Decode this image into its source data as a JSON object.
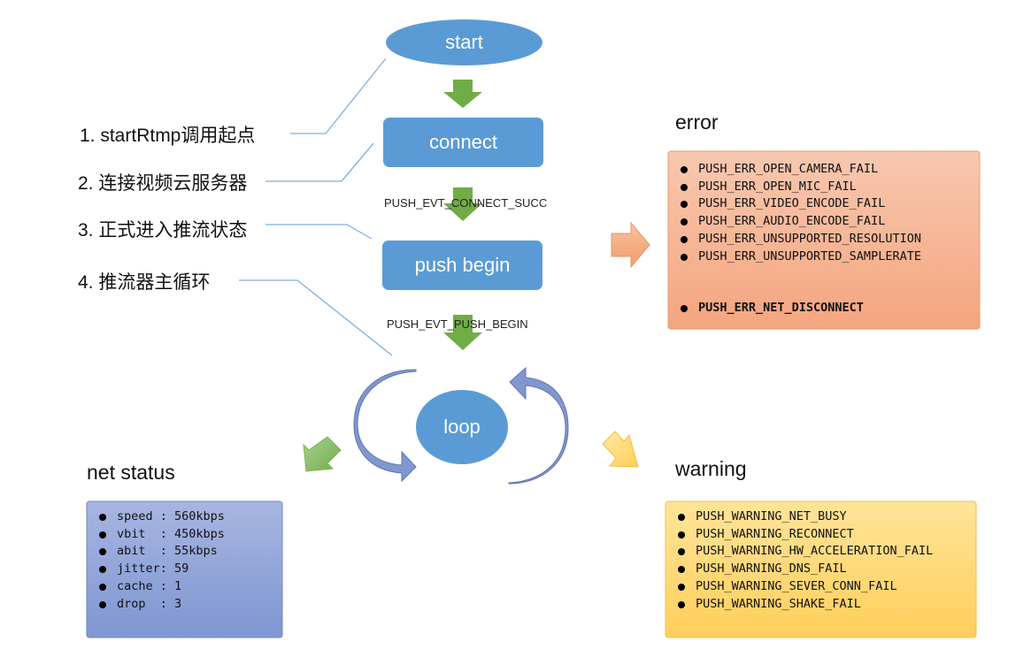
{
  "nodes": {
    "start": "start",
    "connect": "connect",
    "push_begin": "push begin",
    "loop": "loop"
  },
  "steps": [
    "1. startRtmp调用起点",
    "2. 连接视频云服务器",
    "3. 正式进入推流状态",
    "4. 推流器主循环"
  ],
  "events": {
    "connect_succ": "PUSH_EVT_CONNECT_SUCC",
    "push_begin": "PUSH_EVT_PUSH_BEGIN"
  },
  "error": {
    "title": "error",
    "items": [
      "PUSH_ERR_OPEN_CAMERA_FAIL",
      "PUSH_ERR_OPEN_MIC_FAIL",
      "PUSH_ERR_VIDEO_ENCODE_FAIL",
      "PUSH_ERR_AUDIO_ENCODE_FAIL",
      "PUSH_ERR_UNSUPPORTED_RESOLUTION",
      "PUSH_ERR_UNSUPPORTED_SAMPLERATE"
    ],
    "highlight_item": "PUSH_ERR_NET_DISCONNECT"
  },
  "warning": {
    "title": "warning",
    "items": [
      "PUSH_WARNING_NET_BUSY",
      "PUSH_WARNING_RECONNECT",
      "PUSH_WARNING_HW_ACCELERATION_FAIL",
      "PUSH_WARNING_DNS_FAIL",
      "PUSH_WARNING_SEVER_CONN_FAIL",
      "PUSH_WARNING_SHAKE_FAIL"
    ]
  },
  "net_status": {
    "title": "net status",
    "items": [
      "speed : 560kbps",
      "vbit  : 450kbps",
      "abit  : 55kbps",
      "jitter: 59",
      "cache : 1",
      "drop  : 3"
    ]
  },
  "colors": {
    "node_blue": "#5b9bd5",
    "flow_arrow_green": "#70ad47",
    "loop_arrow_blue": "#7f97cf",
    "error_orange": "#f4b183",
    "warning_yellow": "#ffd966",
    "net_status_blue": "#8fa4d8"
  }
}
